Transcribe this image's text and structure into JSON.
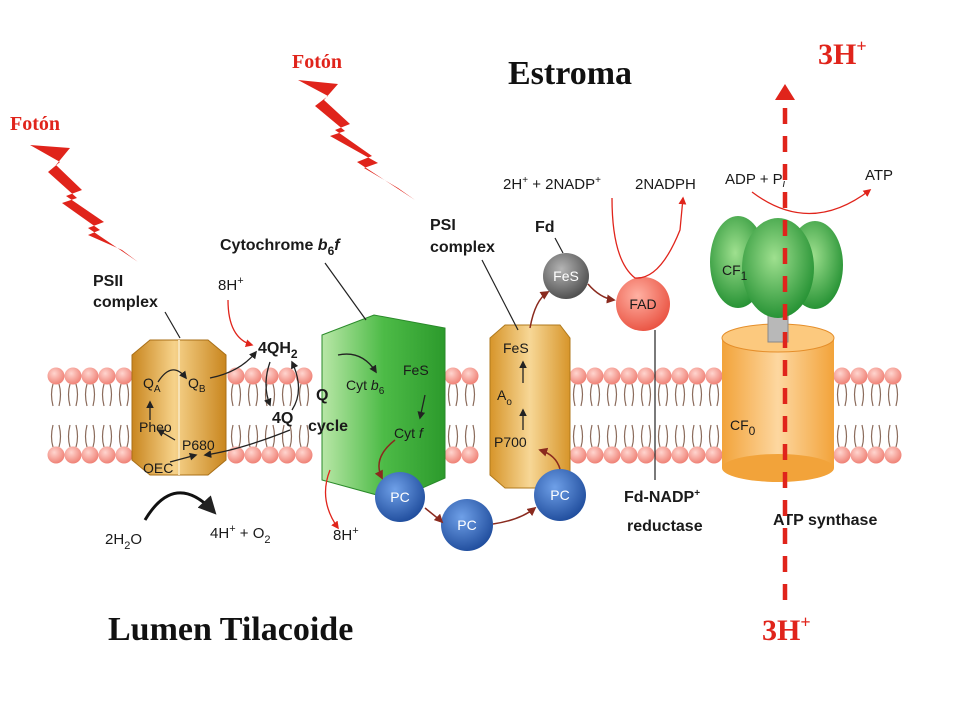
{
  "labels": {
    "foton_left": "Fotón",
    "foton_top": "Fotón",
    "estroma": "Estroma",
    "lumen": "Lumen Tilacoide",
    "proton_top": "3H+",
    "proton_bottom": "3H+",
    "psii": [
      "PSII",
      "complex"
    ],
    "cytb6f": "Cytochrome b6f",
    "psi": [
      "PSI",
      "complex"
    ],
    "fd": "Fd",
    "fesFd": "FeS",
    "fad": "FAD",
    "nadp_reaction_left": "2H+ + 2NADP+",
    "nadph": "2NADPH",
    "adp": "ADP + Pi",
    "atp": "ATP",
    "cf1": "CF1",
    "cf0": "CF0",
    "atp_synthase": "ATP synthase",
    "fd_nadp_reductase": [
      "Fd-NADP+",
      "reductase"
    ],
    "h8_top": "8H+",
    "qh2": "4QH2",
    "q4": "4Q",
    "q_cycle": [
      "Q",
      "cycle"
    ],
    "qa": "QA",
    "qb": "QB",
    "pheo": "Pheo",
    "p680": "P680",
    "oec": "OEC",
    "cyt_b6": "Cyt b6",
    "fes_cyt": "FeS",
    "cyt_f": "Cyt f",
    "fes_psi": "FeS",
    "a0": "A0",
    "p700": "P700",
    "pc": [
      "PC",
      "PC",
      "PC"
    ],
    "h2o": "2H2O",
    "o2": "4H+ + O2",
    "h8_bottom": "8H+"
  },
  "colors": {
    "red": "#e0241b",
    "psii": "#d99a2b",
    "cyt": "#3fae3a",
    "pc": "#2a5db0",
    "fes": "#666666",
    "fad": "#f06a5a",
    "cf1": "#3fb24a",
    "cf0": "#f5a94a",
    "lipid": "#f4a29a"
  }
}
